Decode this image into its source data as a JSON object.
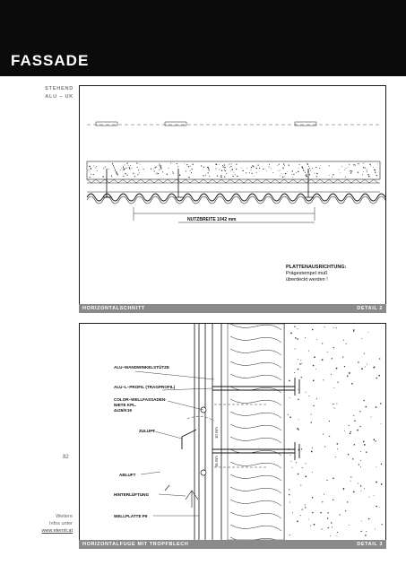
{
  "header": {
    "title": "FASSADE"
  },
  "side_tag": {
    "line1": "STEHEND",
    "line2": "ALU – UK"
  },
  "page_number": "82",
  "footer_info": {
    "line1": "Weitere",
    "line2": "Infos unter",
    "link": "www.eternit.at"
  },
  "detail2": {
    "caption_left": "HORIZONTALSCHNITT",
    "caption_right": "DETAIL 2",
    "dim_label": "NUTZBREITE 1042 mm",
    "note_title": "PLATTENAUSRICHTUNG:",
    "note_line1": "Prägestempel muß",
    "note_line2": "überdeckt werden !"
  },
  "detail3": {
    "caption_left": "HORIZONTALFUGE MIT TROPFBLECH",
    "caption_right": "DETAIL 3",
    "labels": {
      "l1": "ALU–WANDWINKELSTÜTZE",
      "l2": "ALU–L–PROFIL (TRAGPROFIL)",
      "l3a": "COLOR–WELLFASSADEN-",
      "l3b": "NIETE KPL.",
      "l3c": "4x25/K19",
      "l4": "ZULUFT",
      "l5": "ABLUFT",
      "l6": "HINTERLÜFTUNG",
      "l7": "WELLPLATTE P9"
    },
    "dims": {
      "d1": "10 mm",
      "d2": "15 mm"
    }
  }
}
